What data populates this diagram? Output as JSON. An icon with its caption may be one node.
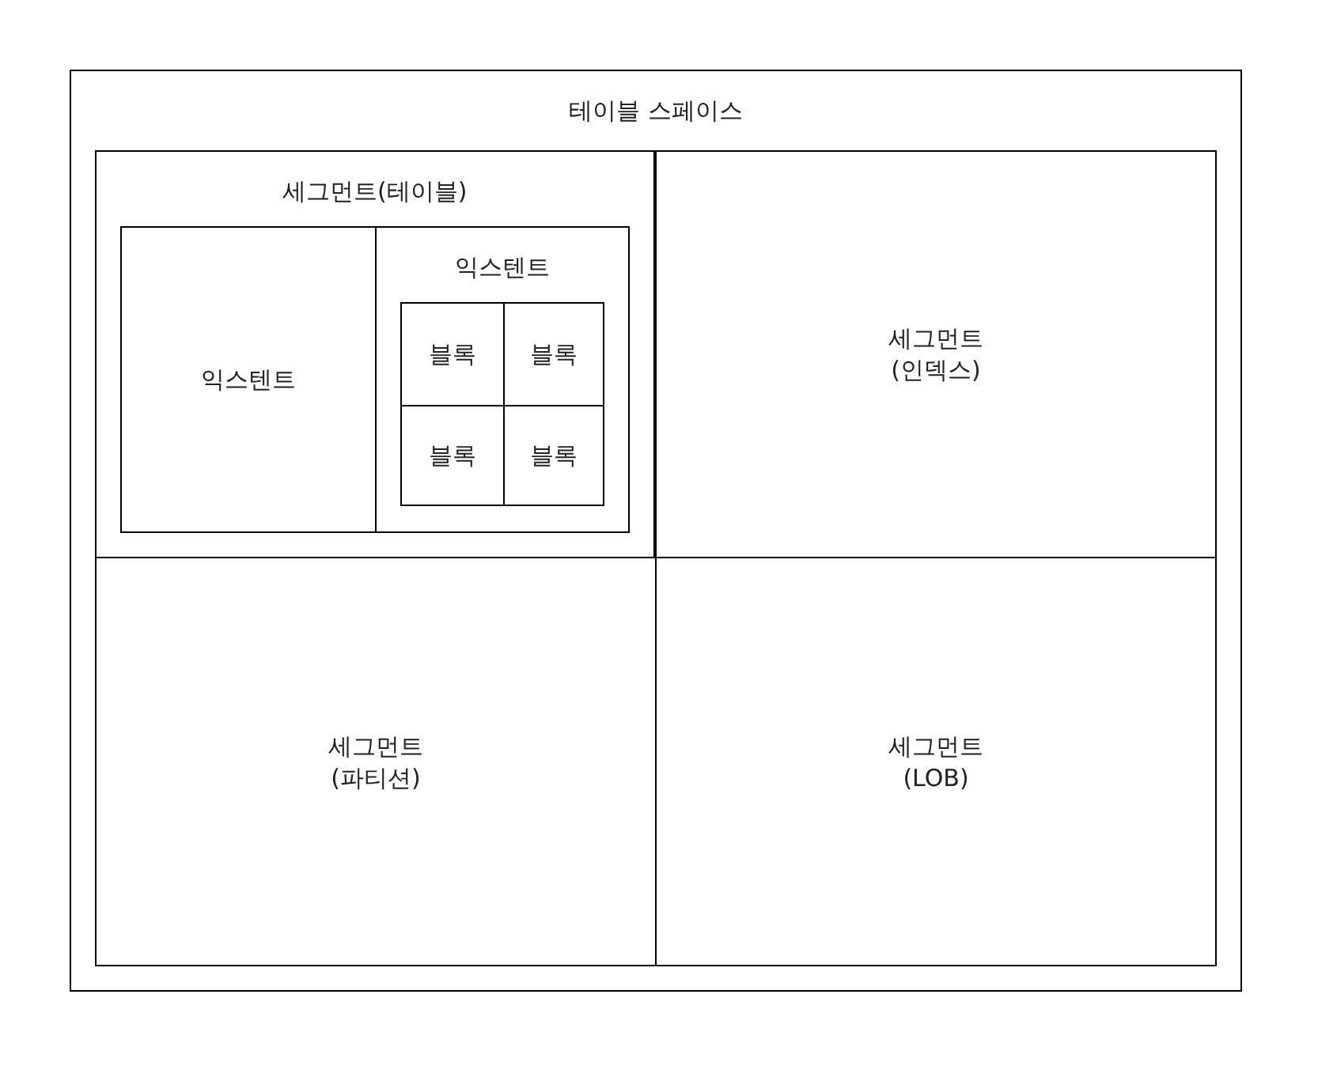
{
  "diagram": {
    "nodes": [
      {
        "text": [
          "테이블 스페이스"
        ]
      },
      {
        "text": [
          "세그먼트(테이블)"
        ],
        "in": 0
      },
      {
        "text": [
          "익스텐트"
        ],
        "in": 1
      },
      {
        "text": [
          "익스텐트"
        ],
        "in": 1
      },
      {
        "text": [
          "블록"
        ],
        "in": 3
      },
      {
        "text": [
          "블록"
        ],
        "in": 3
      },
      {
        "text": [
          "블록"
        ],
        "in": 3
      },
      {
        "text": [
          "블록"
        ],
        "in": 3
      },
      {
        "text": [
          "세그먼트 (인덱스)"
        ],
        "in": 0
      },
      {
        "text": [
          "세그먼트 (파티션)"
        ],
        "in": 0
      },
      {
        "text": [
          "세그먼트 (LOB)"
        ],
        "in": 0
      }
    ]
  }
}
